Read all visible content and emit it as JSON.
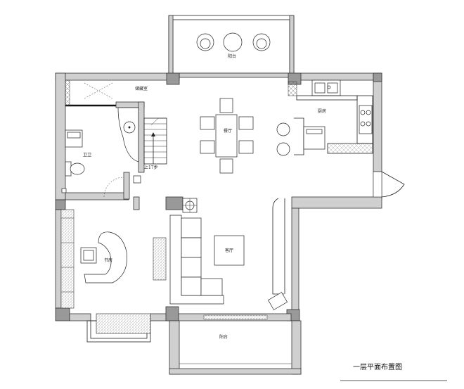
{
  "plan": {
    "title": "一层平面布置图",
    "rooms": {
      "balcony_top": "阳台",
      "storage": "储藏室",
      "kitchen": "厨房",
      "dining": "餐厅",
      "bathroom": "卫卫",
      "stair_note": "上17步",
      "study": "书房",
      "living": "客厅",
      "balcony_bottom": "阳台"
    }
  }
}
